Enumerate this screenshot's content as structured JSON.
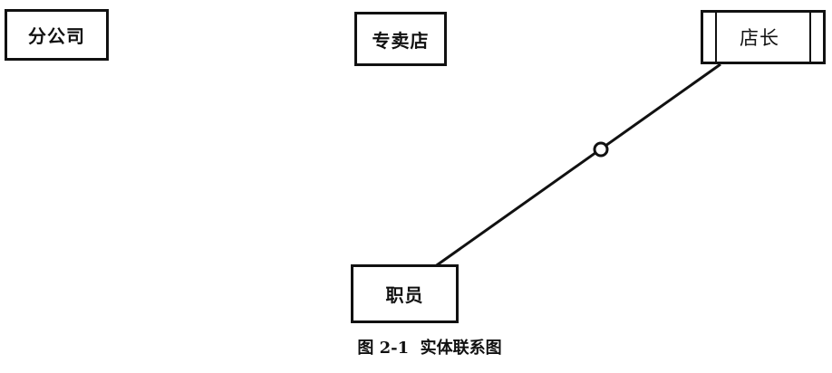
{
  "entities": {
    "fengongsi": "分公司",
    "zhuanmaidian": "专卖店",
    "dianzhang": "店长",
    "zhiyuan": "职员"
  },
  "caption": "图 2-1  实体联系图"
}
